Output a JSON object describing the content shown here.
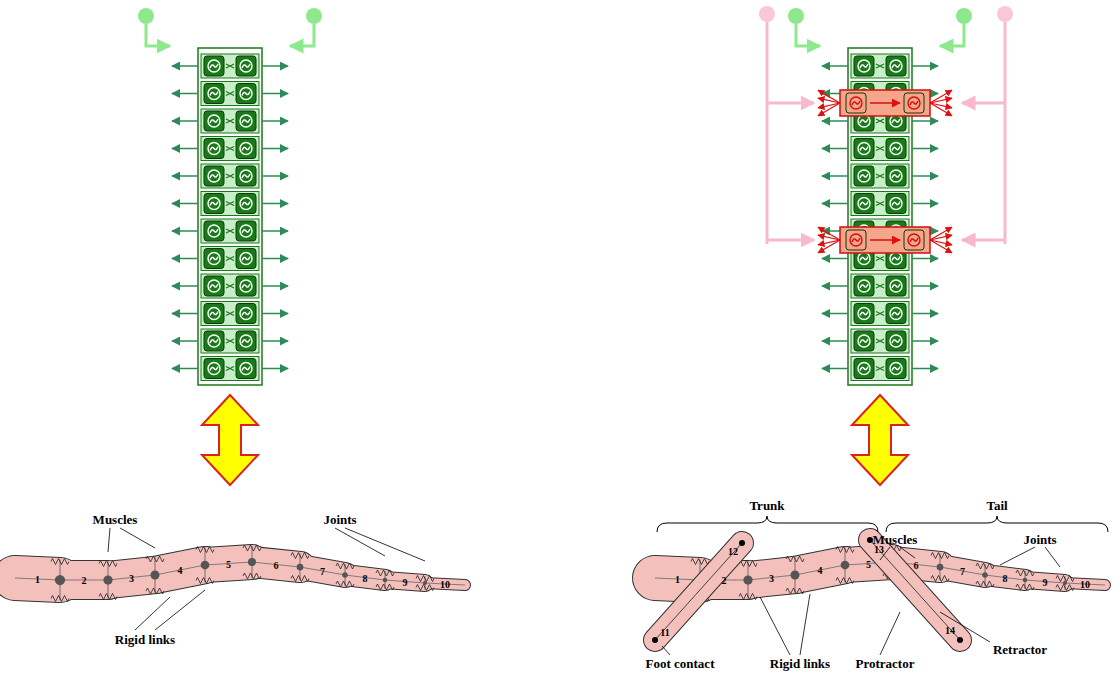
{
  "diagram": {
    "labels": [
      "Muscles",
      "Joints",
      "1",
      "2",
      "3",
      "4",
      "5",
      "6",
      "7",
      "8",
      "9",
      "10",
      "Rigid links",
      "Trunk",
      "Tail",
      "Muscles",
      "Joints",
      "12",
      "13",
      "1",
      "2",
      "3",
      "4",
      "5",
      "6",
      "7",
      "8",
      "9",
      "10",
      "11",
      "14",
      "Foot contact",
      "Rigid links",
      "Protractor",
      "Retractor"
    ]
  }
}
